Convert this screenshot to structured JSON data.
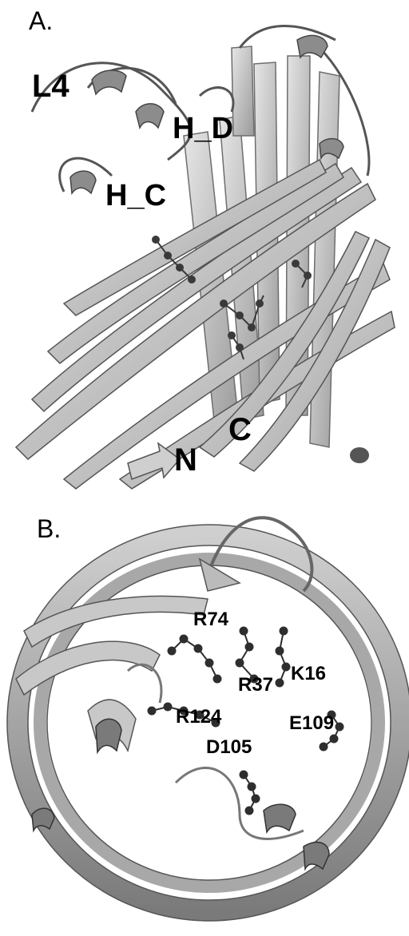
{
  "panels": [
    {
      "letter": "A.",
      "labels": [
        "L4",
        "H_D",
        "H_C",
        "C",
        "N"
      ]
    },
    {
      "letter": "B.",
      "labels": [
        "R74",
        "R37",
        "K16",
        "R124",
        "E109",
        "D105"
      ]
    }
  ],
  "colors": {
    "ribbon": "#bdbdbd",
    "ribbon_dark": "#6e6e6e",
    "sticks": "#3a3a3a",
    "text": "#000000"
  }
}
